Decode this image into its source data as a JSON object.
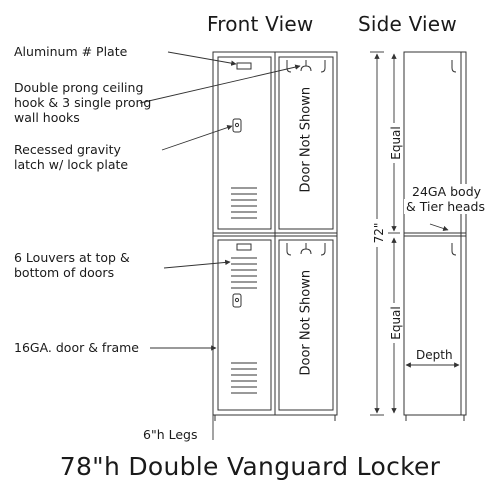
{
  "headings": {
    "front_view": "Front View",
    "side_view": "Side View"
  },
  "callouts": {
    "aluminum_plate": "Aluminum # Plate",
    "hooks_line1": "Double prong ceiling",
    "hooks_line2": "hook & 3 single prong",
    "hooks_line3": "wall hooks",
    "latch_line1": "Recessed gravity",
    "latch_line2": "latch w/ lock plate",
    "louvers_line1": "6 Louvers at top &",
    "louvers_line2": "bottom of doors",
    "door_frame": "16GA. door & frame",
    "legs": "6\"h Legs",
    "body_line1": "24GA body",
    "body_line2": "& Tier heads"
  },
  "door_not_shown": "Door Not Shown",
  "dimensions": {
    "height": "72\"",
    "equal": "Equal",
    "depth": "Depth"
  },
  "title": "78\"h Double Vanguard Locker",
  "colors": {
    "line": "#333333",
    "panel_fill": "#f2f2f2",
    "text": "#1a1a1a"
  }
}
